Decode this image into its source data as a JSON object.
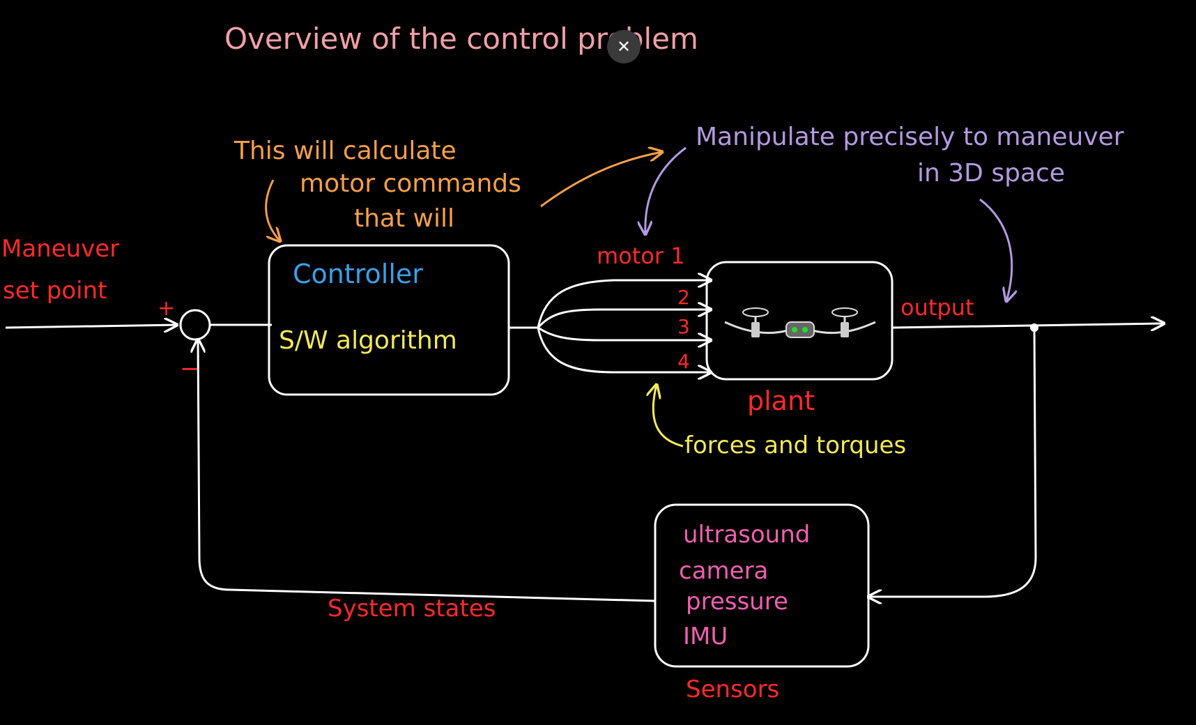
{
  "title": "Overview of the control problem",
  "notes": {
    "controller_calc": [
      "This will calculate",
      "motor commands",
      "that will"
    ],
    "manipulate": [
      "Manipulate precisely to maneuver",
      "in 3D space"
    ],
    "forces": "forces and torques"
  },
  "blocks": {
    "controller": {
      "title": "Controller",
      "body": "S/W algorithm"
    },
    "plant": {
      "label": "plant"
    },
    "sensors": {
      "items": [
        "ultrasound",
        "camera",
        "pressure",
        "IMU"
      ],
      "label": "Sensors"
    }
  },
  "signals": {
    "setpoint": [
      "Maneuver",
      "set point"
    ],
    "plus": "+",
    "minus": "−",
    "motor1": "motor 1",
    "motor2": "2",
    "motor3": "3",
    "motor4": "4",
    "output": "output",
    "feedback": "System states"
  },
  "overlay": {
    "close_symbol": "✕"
  },
  "colors": {
    "background": "#000000",
    "line": "#ffffff",
    "title": "#f0a0a8",
    "red": "#ff2a2a",
    "orange": "#f7a04a",
    "blue": "#3aa0e8",
    "yellow": "#f4ea5a",
    "purple": "#b49ae0",
    "pink": "#f060b0"
  }
}
